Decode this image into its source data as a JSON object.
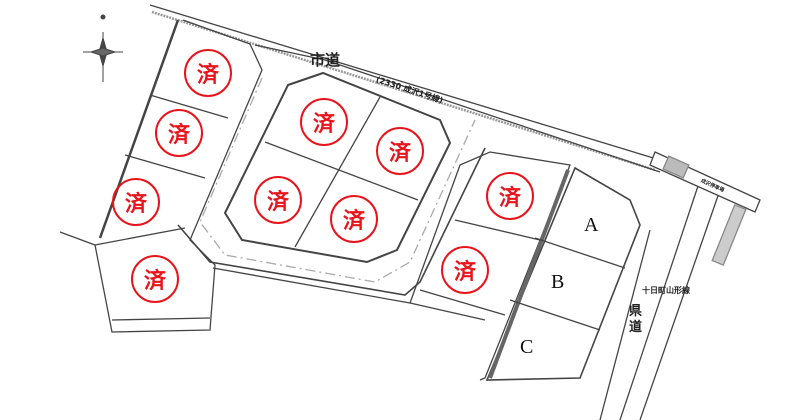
{
  "labels": {
    "city_road": "市道",
    "city_road_name": "(2330 成沢1号線)",
    "prefectural_road": "県道",
    "prefectural_road_name": "十日町山形線",
    "station": "成沢停車場"
  },
  "sold_stamp": "済",
  "lots": [
    {
      "id": "1",
      "status": "済"
    },
    {
      "id": "2",
      "status": "済"
    },
    {
      "id": "3",
      "status": "済"
    },
    {
      "id": "4",
      "status": "済"
    },
    {
      "id": "5",
      "status": "済"
    },
    {
      "id": "6",
      "status": "済"
    },
    {
      "id": "7",
      "status": "済"
    },
    {
      "id": "8",
      "status": "済"
    },
    {
      "id": "9",
      "status": "済"
    },
    {
      "id": "10",
      "status": "済"
    },
    {
      "id": "A",
      "status": "A"
    },
    {
      "id": "B",
      "status": "B"
    },
    {
      "id": "C",
      "status": "C"
    }
  ],
  "colors": {
    "stamp": "#e8141b",
    "line": "#333333"
  }
}
